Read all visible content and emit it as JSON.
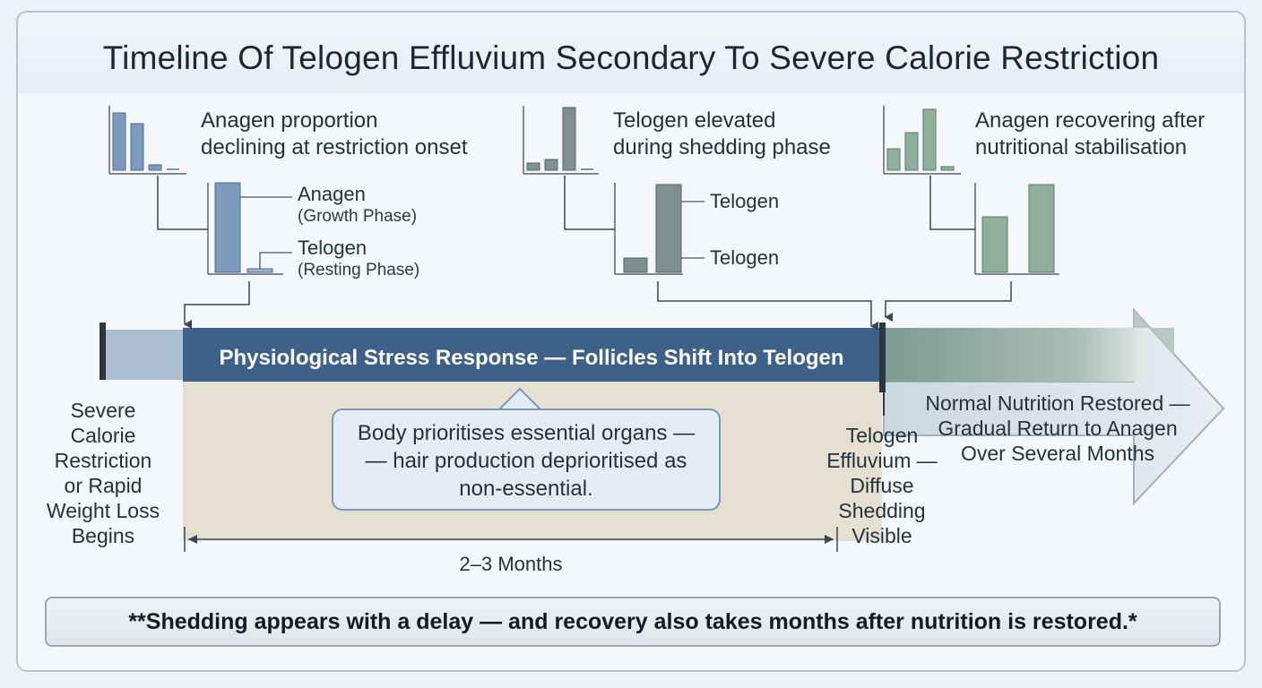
{
  "title": "Timeline Of Telogen Effluvium Secondary To Severe Calorie Restriction",
  "panels": [
    {
      "caption_line1": "Anagen proportion",
      "caption_line2": "declining at restriction onset",
      "label_top": "Anagen",
      "label_top_sub": "(Growth Phase)",
      "label_bottom": "Telogen",
      "label_bottom_sub": "(Resting Phase)",
      "color": "#7e9bbd"
    },
    {
      "caption_line1": "Telogen elevated",
      "caption_line2": "during shedding phase",
      "label_top": "Telogen",
      "label_bottom": "Telogen",
      "color": "#7f918f"
    },
    {
      "caption_line1": "Anagen recovering after",
      "caption_line2": "nutritional stabilisation",
      "color": "#8fae9c"
    }
  ],
  "timeline": {
    "stress_label": "Physiological Stress Response — Follicles Shift Into Telogen",
    "start_lines": [
      "Severe",
      "Calorie",
      "Restriction",
      "or Rapid",
      "Weight Loss",
      "Begins"
    ],
    "te_lines": [
      "Telogen",
      "Effluvium —",
      "Diffuse",
      "Shedding",
      "Visible"
    ],
    "recovery_lines": [
      "Normal Nutrition Restored —",
      "Gradual Return to Anagen",
      "Over Several Months"
    ],
    "bubble_text": "Body prioritises essential organs — — hair production deprioritised as non-essential.",
    "duration": "2–3 Months",
    "colors": {
      "stress": "#3d6189",
      "pre": "#aebfd2",
      "recovery": "#7f9b91",
      "delay_zone": "#e6e0d2"
    }
  },
  "footer": "**Shedding appears with a delay — and recovery also takes months after nutrition is restored.*"
}
